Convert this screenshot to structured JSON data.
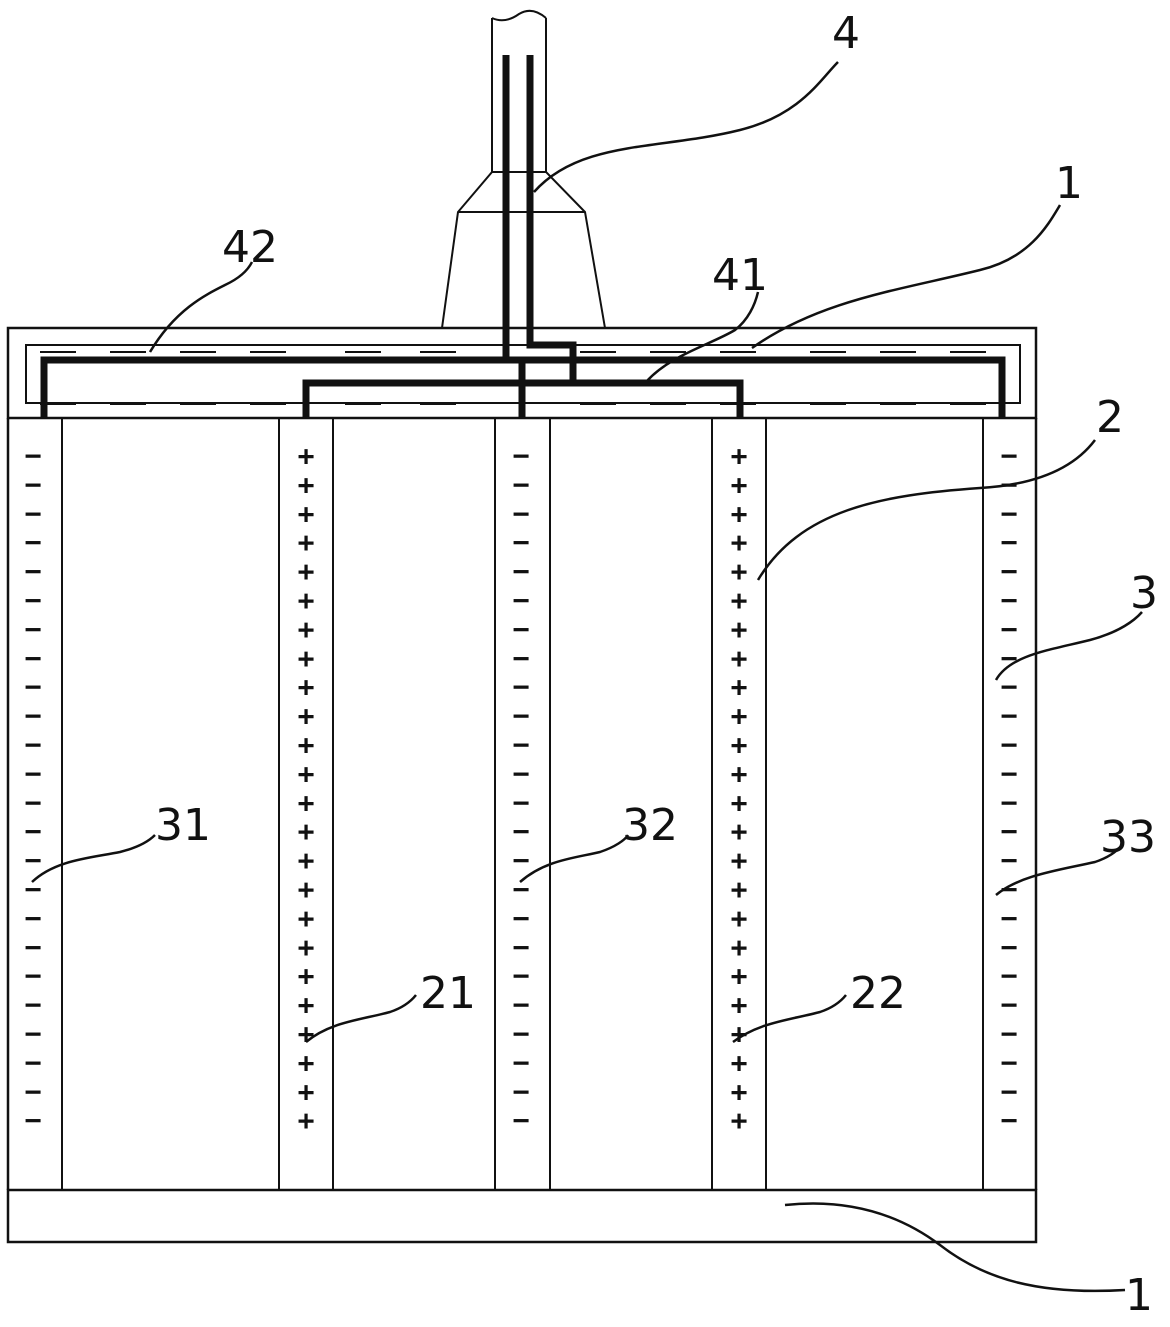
{
  "labels": {
    "lead_wire": "4",
    "top_cover": "1",
    "bottom_cover": "1",
    "negative_bus": "42",
    "positive_bus": "41",
    "positive_plate_group": "2",
    "negative_plate_group": "3",
    "negative_plate_left": "31",
    "negative_plate_middle": "32",
    "negative_plate_right": "33",
    "positive_plate_left": "21",
    "positive_plate_right": "22"
  },
  "symbols": {
    "negative": "−",
    "positive": "+"
  }
}
